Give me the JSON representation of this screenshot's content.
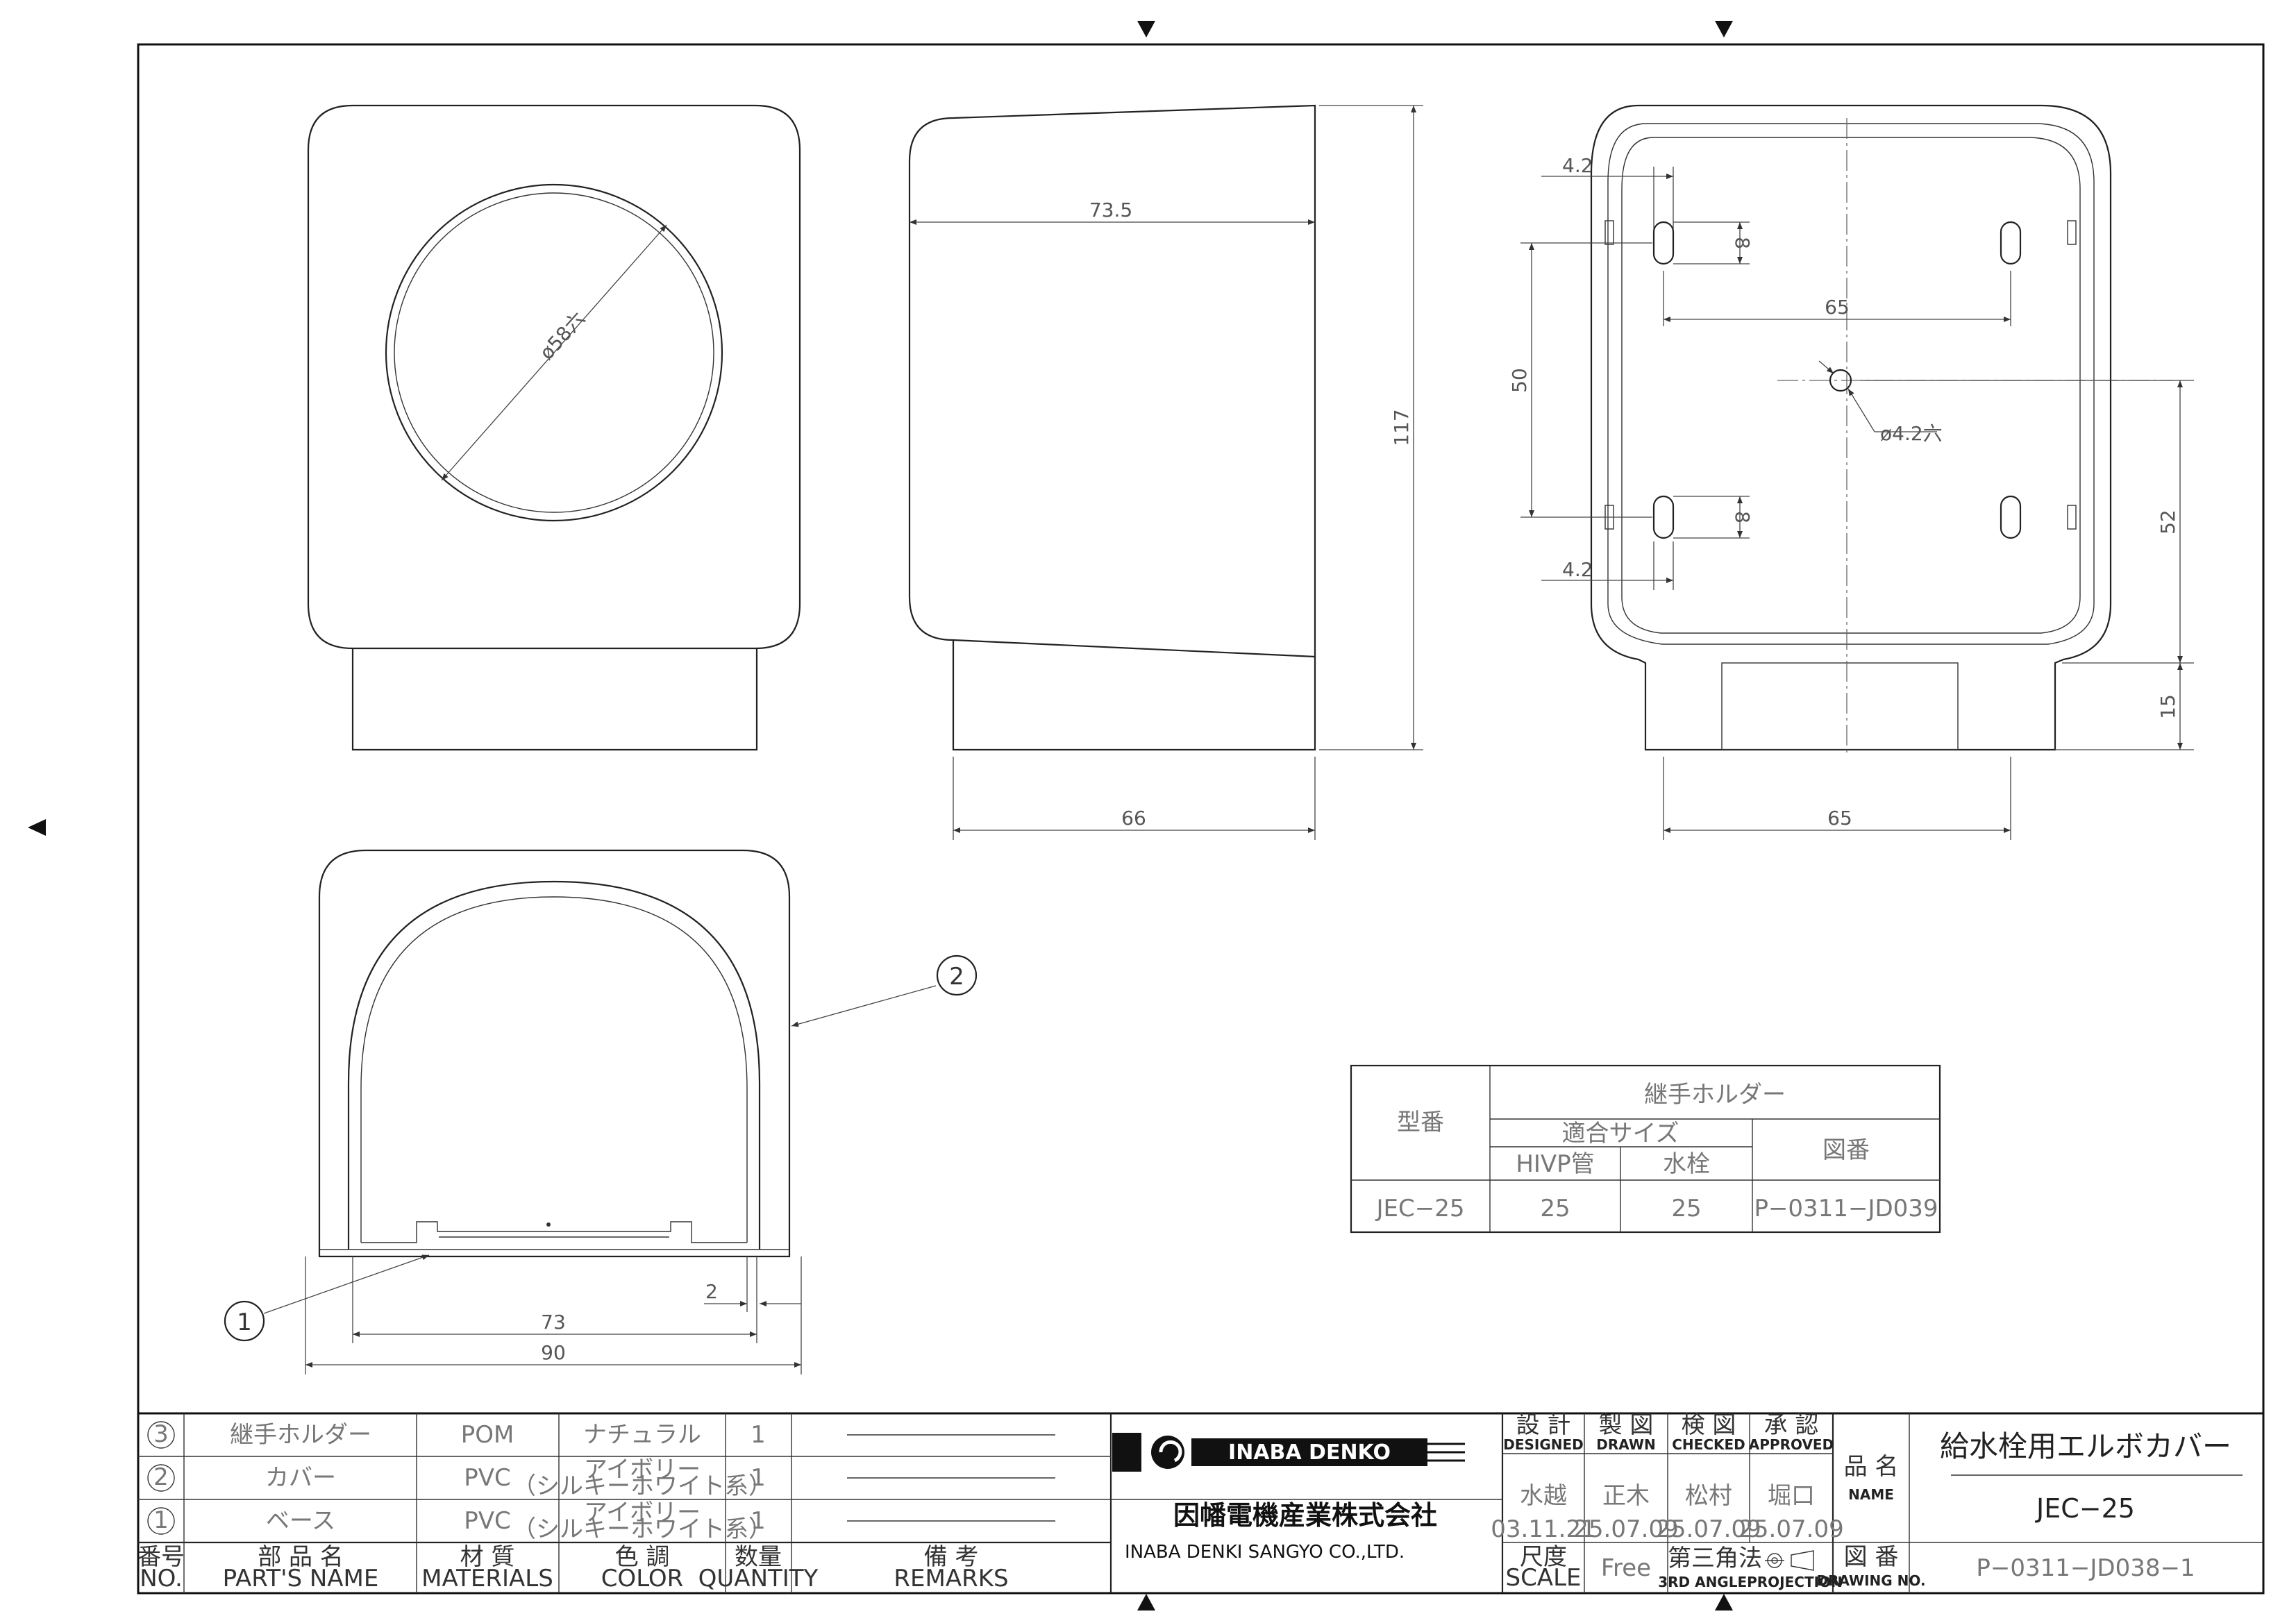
{
  "colors": {
    "line": "#222222",
    "text": "#333333",
    "light_text": "#777777",
    "background": "#ffffff"
  },
  "dimensions": {
    "d_73_5": "73.5",
    "d_117": "117",
    "d_66": "66",
    "d_4_2_top": "4.2",
    "d_8_top": "8",
    "d_65_top": "65",
    "d_50": "50",
    "d_phi_4_2": "ø4.2六",
    "d_8_bottom": "8",
    "d_4_2_bottom": "4.2",
    "d_52": "52",
    "d_15": "15",
    "d_65_bottom": "65",
    "d_phi_58": "ø58六",
    "d_2": "2",
    "d_73": "73",
    "d_90": "90"
  },
  "balloons": {
    "part_1": "1",
    "part_2": "2"
  },
  "spec_table": {
    "model_header": "型番",
    "group_header": "継手ホルダー",
    "fit_size_header": "適合サイズ",
    "hivp_header": "HIVP管",
    "faucet_header": "水栓",
    "drawing_no_header": "図番",
    "row": {
      "model": "JEC−25",
      "hivp": "25",
      "faucet": "25",
      "drawing_no": "P−0311−JD039"
    }
  },
  "parts_list": {
    "rows": [
      {
        "no": "3",
        "name": "継手ホルダー",
        "material": "POM",
        "color_line1": "ナチュラル",
        "color_line2": "",
        "qty": "1"
      },
      {
        "no": "2",
        "name": "カバー",
        "material": "PVC",
        "color_line1": "アイボリー",
        "color_line2": "（シルキーホワイト系）",
        "qty": "1"
      },
      {
        "no": "1",
        "name": "ベース",
        "material": "PVC",
        "color_line1": "アイボリー",
        "color_line2": "（シルキーホワイト系）",
        "qty": "1"
      }
    ],
    "headers": {
      "no_jp": "番号",
      "no_en": "NO.",
      "name_jp": "部 品 名",
      "name_en": "PART'S NAME",
      "material_jp": "材 質",
      "material_en": "MATERIALS",
      "color_jp": "色 調",
      "color_en": "COLOR",
      "qty_jp": "数量",
      "qty_en": "QUANTITY",
      "remarks_jp": "備 考",
      "remarks_en": "REMARKS"
    }
  },
  "company": {
    "brand": "INABA DENKO",
    "name_jp": "因幡電機産業株式会社",
    "name_en": "INABA DENKI SANGYO CO.,LTD."
  },
  "approvals": {
    "designed_jp": "設 計",
    "designed_en": "DESIGNED",
    "drawn_jp": "製 図",
    "drawn_en": "DRAWN",
    "checked_jp": "検 図",
    "checked_en": "CHECKED",
    "approved_jp": "承 認",
    "approved_en": "APPROVED",
    "designed_name": "水越",
    "designed_date": "03.11.21",
    "drawn_name": "正木",
    "drawn_date": "25.07.09",
    "checked_name": "松村",
    "checked_date": "25.07.09",
    "approved_name": "堀口",
    "approved_date": "25.07.09",
    "scale_jp": "尺度",
    "scale_en": "SCALE",
    "scale_value": "Free",
    "projection_jp": "第三角法",
    "projection_en": "3RD ANGLEPROJECTION"
  },
  "title_block": {
    "name_label_jp": "品 名",
    "name_label_en": "NAME",
    "product_name": "給水栓用エルボカバー",
    "product_code": "JEC−25",
    "drawing_no_label_jp": "図 番",
    "drawing_no_label_en": "DRAWING NO.",
    "drawing_no": "P−0311−JD038−1"
  }
}
